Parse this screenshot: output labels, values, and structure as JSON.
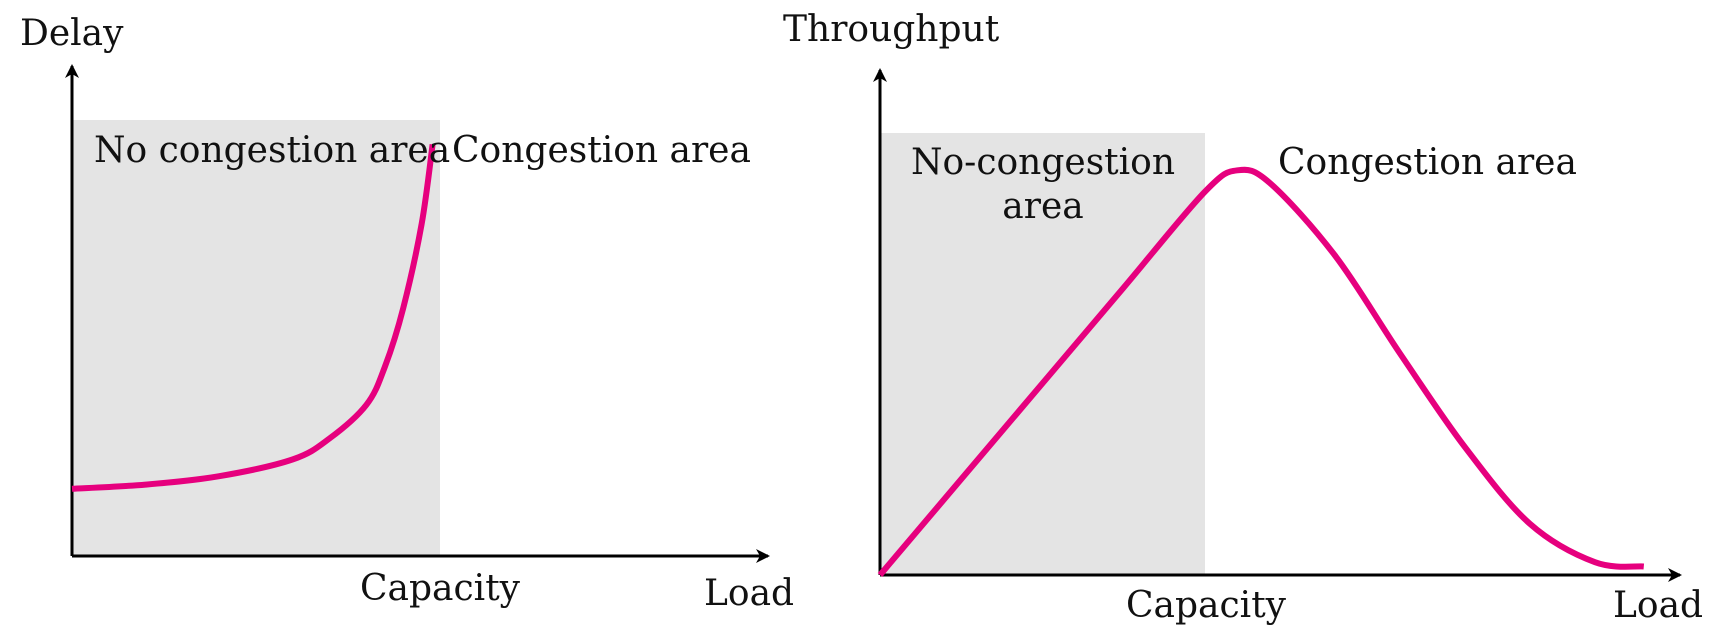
{
  "colors": {
    "curve": "#e6007e",
    "shade": "#e4e4e4",
    "axis": "#000000"
  },
  "chart_data": [
    {
      "type": "line",
      "ylabel": "Delay",
      "xlabel": "Load",
      "x_marker_label": "Capacity",
      "regions": [
        "No congestion area",
        "Congestion area"
      ],
      "series": [
        {
          "x": [
            0,
            20,
            40,
            60,
            70,
            80,
            85,
            90,
            95,
            98
          ],
          "y": [
            16,
            17,
            19,
            23,
            28,
            36,
            45,
            59,
            79,
            98
          ]
        }
      ]
    },
    {
      "type": "line",
      "ylabel": "Throughput",
      "xlabel": "Load",
      "x_marker_label": "Capacity",
      "regions": [
        "No-congestion\narea",
        "Congestion area"
      ],
      "series": [
        {
          "x": [
            0,
            25,
            50,
            75,
            100,
            110,
            120,
            140,
            160,
            180,
            200,
            220,
            235
          ],
          "y": [
            0,
            22.5,
            45,
            67.5,
            90,
            95,
            92,
            75,
            52,
            30,
            12,
            3,
            2
          ]
        }
      ]
    }
  ]
}
